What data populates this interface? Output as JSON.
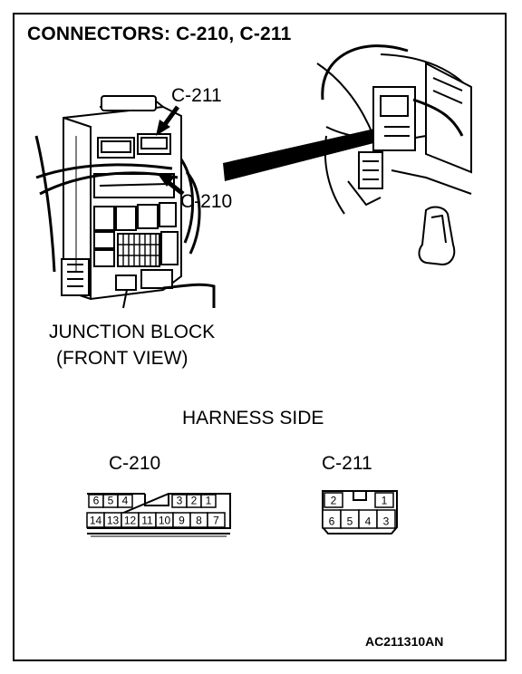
{
  "title": "CONNECTORS: C-210, C-211",
  "callouts": {
    "c211_top": "C-211",
    "c210_mid": "C-210",
    "junction_line1": "JUNCTION BLOCK",
    "junction_line2": "(FRONT VIEW)"
  },
  "harness_side": "HARNESS SIDE",
  "connectors": [
    {
      "name": "C-210",
      "top_row": [
        "6",
        "5",
        "4",
        "3",
        "2",
        "1"
      ],
      "bottom_row": [
        "14",
        "13",
        "12",
        "11",
        "10",
        "9",
        "8",
        "7"
      ]
    },
    {
      "name": "C-211",
      "top_row": [
        "2",
        "1"
      ],
      "bottom_row": [
        "6",
        "5",
        "4",
        "3"
      ]
    }
  ],
  "figure_code": "AC211310AN",
  "colors": {
    "ink": "#000000",
    "paper": "#ffffff"
  }
}
